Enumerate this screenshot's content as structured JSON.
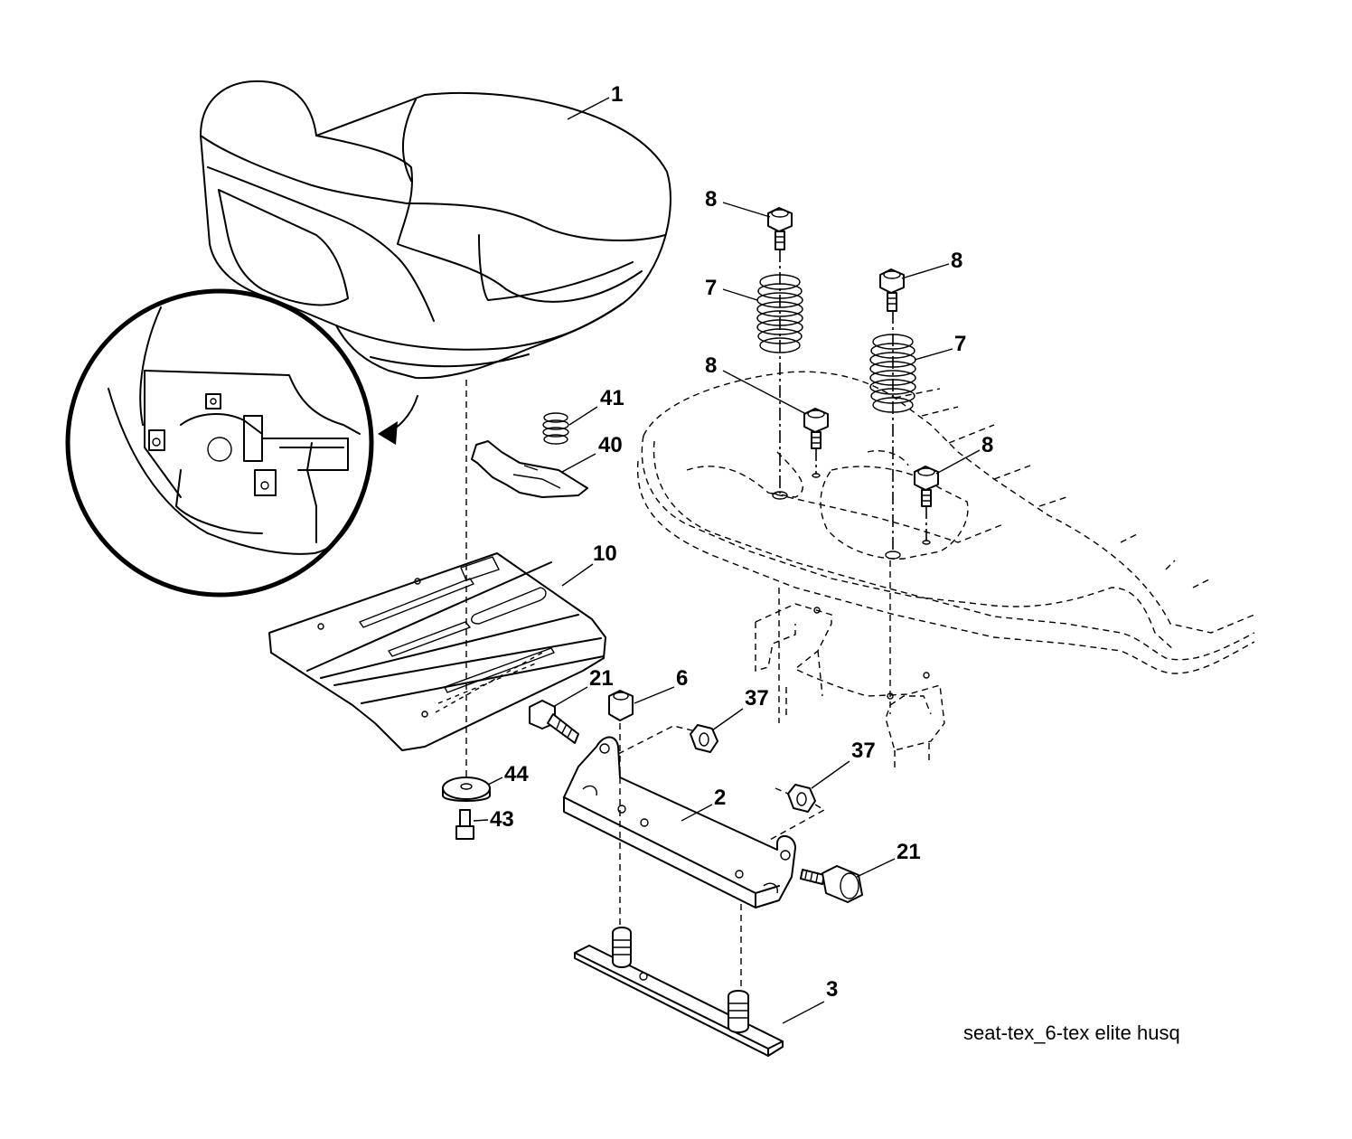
{
  "diagram": {
    "caption": "seat-tex_6-tex elite husq",
    "part_labels": {
      "seat": "1",
      "seat_pan": "10",
      "spring_41": "41",
      "clip_40": "40",
      "bolt_8_a": "8",
      "bolt_8_b": "8",
      "bolt_8_c": "8",
      "bolt_8_d": "8",
      "spring_7_a": "7",
      "spring_7_b": "7",
      "bolt_21_a": "21",
      "bolt_21_b": "21",
      "nut_6": "6",
      "nut_37_a": "37",
      "nut_37_b": "37",
      "washer_44": "44",
      "screw_43": "43",
      "bracket_2": "2",
      "plate_3": "3"
    }
  }
}
